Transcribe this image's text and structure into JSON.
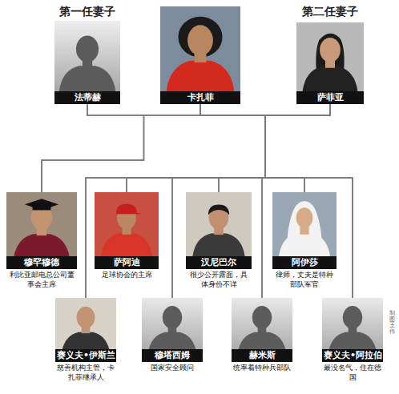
{
  "diagram": {
    "nodes": [
      {
        "text": [
          "法蒂赫"
        ]
      },
      {
        "text": [
          "卡扎菲"
        ]
      },
      {
        "text": [
          "萨菲亚"
        ]
      },
      {
        "text": [
          "穆罕穆德",
          "利比亚邮电总公司董事会主席"
        ]
      },
      {
        "text": [
          "萨阿迪",
          "足球协会的主席"
        ]
      },
      {
        "text": [
          "汉尼巴尔",
          "很少公开露面，具体身份不详"
        ]
      },
      {
        "text": [
          "阿伊莎",
          "律师，丈夫是特种部队军官"
        ]
      },
      {
        "text": [
          "赛义夫•伊斯兰",
          "慈善机构主管，卡扎菲继承人"
        ]
      },
      {
        "text": [
          "穆塔西姆",
          "国家安全顾问"
        ]
      },
      {
        "text": [
          "赫米斯",
          "统率着特种兵部队"
        ]
      },
      {
        "text": [
          "赛义夫•阿拉伯",
          "最没名气，住在德国"
        ]
      }
    ],
    "edges": [
      {
        "from": 0,
        "to": 1,
        "arrow": "none"
      },
      {
        "from": 1,
        "to": 2,
        "arrow": "none"
      },
      {
        "from": 0,
        "to": 3,
        "arrow": "none"
      },
      {
        "from": 1,
        "to": 3,
        "arrow": "none"
      },
      {
        "from": 1,
        "to": 4,
        "arrow": "none"
      },
      {
        "from": 1,
        "to": 5,
        "arrow": "none"
      },
      {
        "from": 1,
        "to": 6,
        "arrow": "none"
      },
      {
        "from": 1,
        "to": 7,
        "arrow": "none"
      },
      {
        "from": 1,
        "to": 8,
        "arrow": "none"
      },
      {
        "from": 1,
        "to": 9,
        "arrow": "none"
      },
      {
        "from": 1,
        "to": 10,
        "arrow": "none"
      },
      {
        "from": 2,
        "to": 4,
        "arrow": "none"
      },
      {
        "from": 2,
        "to": 5,
        "arrow": "none"
      },
      {
        "from": 2,
        "to": 6,
        "arrow": "none"
      },
      {
        "from": 2,
        "to": 7,
        "arrow": "none"
      },
      {
        "from": 2,
        "to": 8,
        "arrow": "none"
      },
      {
        "from": 2,
        "to": 9,
        "arrow": "none"
      },
      {
        "from": 2,
        "to": 10,
        "arrow": "none"
      }
    ],
    "labels": [
      "第一任妻子",
      "第二任妻子",
      "制图 王伟"
    ]
  }
}
